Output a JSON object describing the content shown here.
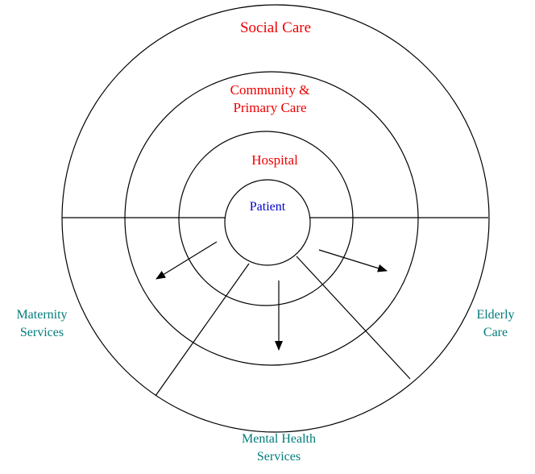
{
  "labels": {
    "social_care": "Social Care",
    "community_line1": "Community &",
    "community_line2": "Primary Care",
    "hospital": "Hospital",
    "patient": "Patient",
    "maternity_line1": "Maternity",
    "maternity_line2": "Services",
    "elderly_line1": "Elderly",
    "elderly_line2": "Care",
    "mental_line1": "Mental Health",
    "mental_line2": "Services"
  },
  "colors": {
    "ring_label": "#ee0000",
    "patient_label": "#0000cc",
    "service_label": "#007b7b",
    "lines": "#000000"
  }
}
